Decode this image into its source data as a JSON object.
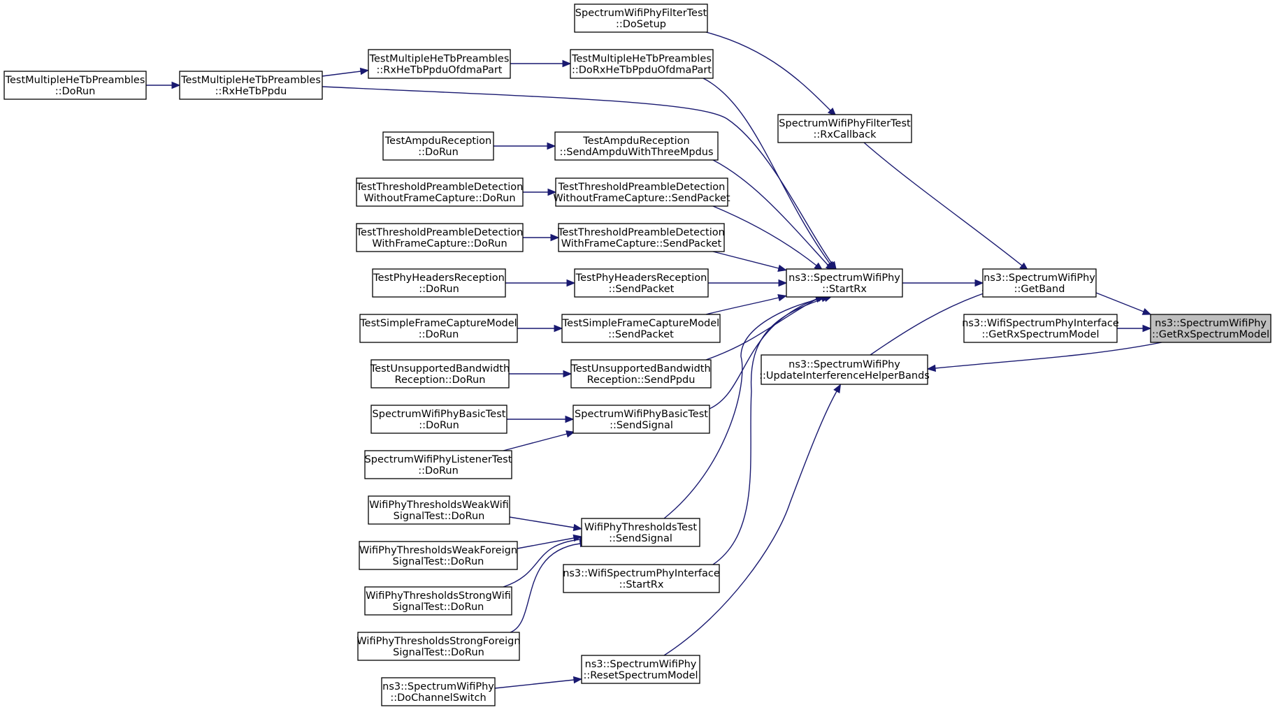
{
  "graph": {
    "colors": {
      "edge": "#191970",
      "root_fill": "#bfbfbf",
      "node_border": "#000000",
      "node_fill": "#ffffff"
    },
    "nodes": [
      {
        "id": "n01",
        "l1": "SpectrumWifiPhyFilterTest",
        "l2": "::DoSetup"
      },
      {
        "id": "n02",
        "l1": "TestMultipleHeTbPreambles",
        "l2": "::RxHeTbPpduOfdmaPart"
      },
      {
        "id": "n03",
        "l1": "TestMultipleHeTbPreambles",
        "l2": "::DoRxHeTbPpduOfdmaPart"
      },
      {
        "id": "n04",
        "l1": "TestMultipleHeTbPreambles",
        "l2": "::DoRun"
      },
      {
        "id": "n05",
        "l1": "TestMultipleHeTbPreambles",
        "l2": "::RxHeTbPpdu"
      },
      {
        "id": "n06",
        "l1": "SpectrumWifiPhyFilterTest",
        "l2": "::RxCallback"
      },
      {
        "id": "n07",
        "l1": "TestAmpduReception",
        "l2": "::DoRun"
      },
      {
        "id": "n08",
        "l1": "TestAmpduReception",
        "l2": "::SendAmpduWithThreeMpdus"
      },
      {
        "id": "n09",
        "l1": "TestThresholdPreambleDetection",
        "l2": "WithoutFrameCapture::DoRun"
      },
      {
        "id": "n10",
        "l1": "TestThresholdPreambleDetection",
        "l2": "WithoutFrameCapture::SendPacket"
      },
      {
        "id": "n11",
        "l1": "TestThresholdPreambleDetection",
        "l2": "WithFrameCapture::DoRun"
      },
      {
        "id": "n12",
        "l1": "TestThresholdPreambleDetection",
        "l2": "WithFrameCapture::SendPacket"
      },
      {
        "id": "n13",
        "l1": "TestPhyHeadersReception",
        "l2": "::DoRun"
      },
      {
        "id": "n14",
        "l1": "TestPhyHeadersReception",
        "l2": "::SendPacket"
      },
      {
        "id": "n15",
        "l1": "ns3::SpectrumWifiPhy",
        "l2": "::StartRx"
      },
      {
        "id": "n16",
        "l1": "ns3::SpectrumWifiPhy",
        "l2": "::GetBand"
      },
      {
        "id": "n17",
        "l1": "ns3::WifiSpectrumPhyInterface",
        "l2": "::GetRxSpectrumModel"
      },
      {
        "id": "n18",
        "l1": "ns3::SpectrumWifiPhy",
        "l2": "::GetRxSpectrumModel"
      },
      {
        "id": "n19",
        "l1": "TestSimpleFrameCaptureModel",
        "l2": "::DoRun"
      },
      {
        "id": "n20",
        "l1": "TestSimpleFrameCaptureModel",
        "l2": "::SendPacket"
      },
      {
        "id": "n21",
        "l1": "ns3::SpectrumWifiPhy",
        "l2": "::UpdateInterferenceHelperBands"
      },
      {
        "id": "n22",
        "l1": "TestUnsupportedBandwidth",
        "l2": "Reception::DoRun"
      },
      {
        "id": "n23",
        "l1": "TestUnsupportedBandwidth",
        "l2": "Reception::SendPpdu"
      },
      {
        "id": "n24",
        "l1": "SpectrumWifiPhyBasicTest",
        "l2": "::DoRun"
      },
      {
        "id": "n25",
        "l1": "SpectrumWifiPhyBasicTest",
        "l2": "::SendSignal"
      },
      {
        "id": "n26",
        "l1": "SpectrumWifiPhyListenerTest",
        "l2": "::DoRun"
      },
      {
        "id": "n27",
        "l1": "WifiPhyThresholdsWeakWifi",
        "l2": "SignalTest::DoRun"
      },
      {
        "id": "n28",
        "l1": "WifiPhyThresholdsTest",
        "l2": "::SendSignal"
      },
      {
        "id": "n29",
        "l1": "WifiPhyThresholdsWeakForeign",
        "l2": "SignalTest::DoRun"
      },
      {
        "id": "n30",
        "l1": "ns3::WifiSpectrumPhyInterface",
        "l2": "::StartRx"
      },
      {
        "id": "n31",
        "l1": "WifiPhyThresholdsStrongWifi",
        "l2": "SignalTest::DoRun"
      },
      {
        "id": "n32",
        "l1": "WifiPhyThresholdsStrongForeign",
        "l2": "SignalTest::DoRun"
      },
      {
        "id": "n33",
        "l1": "ns3::SpectrumWifiPhy",
        "l2": "::ResetSpectrumModel"
      },
      {
        "id": "n34",
        "l1": "ns3::SpectrumWifiPhy",
        "l2": "::DoChannelSwitch"
      }
    ],
    "edges": [
      {
        "from": "n04",
        "to": "n05"
      },
      {
        "from": "n05",
        "to": "n02"
      },
      {
        "from": "n02",
        "to": "n03"
      },
      {
        "from": "n03",
        "to": "n15"
      },
      {
        "from": "n05",
        "to": "n15"
      },
      {
        "from": "n01",
        "to": "n06"
      },
      {
        "from": "n06",
        "to": "n16"
      },
      {
        "from": "n07",
        "to": "n08"
      },
      {
        "from": "n08",
        "to": "n15"
      },
      {
        "from": "n09",
        "to": "n10"
      },
      {
        "from": "n10",
        "to": "n15"
      },
      {
        "from": "n11",
        "to": "n12"
      },
      {
        "from": "n12",
        "to": "n15"
      },
      {
        "from": "n13",
        "to": "n14"
      },
      {
        "from": "n14",
        "to": "n15"
      },
      {
        "from": "n19",
        "to": "n20"
      },
      {
        "from": "n20",
        "to": "n15"
      },
      {
        "from": "n22",
        "to": "n23"
      },
      {
        "from": "n23",
        "to": "n15"
      },
      {
        "from": "n24",
        "to": "n25"
      },
      {
        "from": "n26",
        "to": "n25"
      },
      {
        "from": "n25",
        "to": "n15"
      },
      {
        "from": "n27",
        "to": "n28"
      },
      {
        "from": "n29",
        "to": "n28"
      },
      {
        "from": "n31",
        "to": "n28"
      },
      {
        "from": "n32",
        "to": "n28"
      },
      {
        "from": "n28",
        "to": "n15"
      },
      {
        "from": "n30",
        "to": "n15"
      },
      {
        "from": "n15",
        "to": "n16"
      },
      {
        "from": "n21",
        "to": "n16"
      },
      {
        "from": "n16",
        "to": "n18"
      },
      {
        "from": "n17",
        "to": "n18"
      },
      {
        "from": "n18",
        "to": "n21"
      },
      {
        "from": "n33",
        "to": "n21"
      },
      {
        "from": "n34",
        "to": "n33"
      }
    ]
  }
}
